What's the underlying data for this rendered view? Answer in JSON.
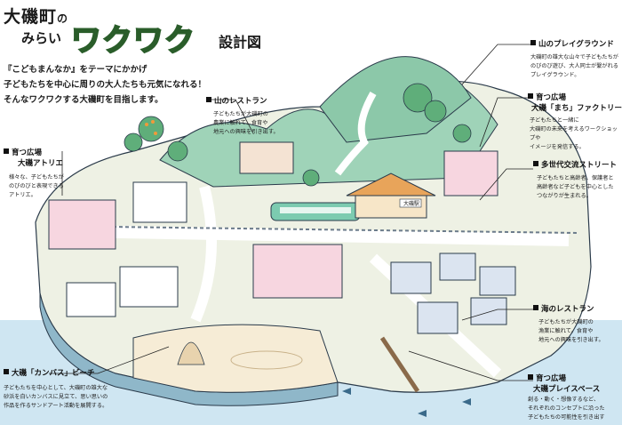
{
  "header": {
    "title_main": "大磯町",
    "title_no": "の",
    "title_mirai": "みらい",
    "title_waku": "ワクワク",
    "title_sekkei": "設計図"
  },
  "intro": {
    "line1": "『こどもまんなか』をテーマにかかげ",
    "line2": "子どもたちを中心に周りの大人たちも元気になれる！",
    "line3": "そんなワクワクする大磯町を目指します。"
  },
  "spots": {
    "mountain_playground": {
      "title": "山のプレイグラウンド",
      "desc1": "大磯町の雄大な山々で子どもたちが",
      "desc2": "のびのび遊び、大人同士が繋がれる",
      "desc3": "プレイグラウンド。"
    },
    "mountain_restaurant": {
      "title": "山のレストラン",
      "desc1": "子どもたちが大磯町の",
      "desc2": "農業に触れて、食育や",
      "desc3": "地元への興味を引き出す。"
    },
    "atelier": {
      "title1": "育つ広場",
      "title2": "大磯アトリエ",
      "desc1": "様々な、子どもたちが",
      "desc2": "のびのびと表現できる",
      "desc3": "アトリエ。"
    },
    "factory": {
      "title1": "育つ広場",
      "title2": "大磯「まち」ファクトリー",
      "desc1": "子どもたちと一緒に",
      "desc2": "大磯町の未来を考えるワークショップや",
      "desc3": "イメージを発信する。"
    },
    "street": {
      "title": "多世代交流ストリート",
      "desc1": "子どもたちと高齢者、保護者と",
      "desc2": "高齢者など子どもを中心とした",
      "desc3": "つながりが生まれる。"
    },
    "sea_restaurant": {
      "title": "海のレストラン",
      "desc1": "子どもたちが大磯町の",
      "desc2": "漁業に触れて、食育や",
      "desc3": "地元への興味を引き出す。"
    },
    "beach": {
      "title": "大磯「カンバス」ビーチ",
      "desc1": "子どもたちを中心として、大磯町の雄大な",
      "desc2": "砂浜を白いカンバスに見立て、思い思いの",
      "desc3": "作品を作るサンドアート活動を展開する。"
    },
    "playspace": {
      "title1": "育つ広場",
      "title2": "大磯プレイスベース",
      "desc1": "創る・動く・想像するなど、",
      "desc2": "それぞれのコンセプトに沿った",
      "desc3": "子どもたちの可能性を引き出す"
    }
  },
  "map": {
    "station_sign": "大磯駅"
  },
  "colors": {
    "sea": "#cfe6f2",
    "land": "#eef1e4",
    "mountain": "#9fd3b8",
    "mountain_dark": "#6fb596",
    "beach": "#f6ecd6",
    "road": "#ffffff",
    "accent_green": "#b7d44a",
    "outline": "#2a3a4a"
  }
}
